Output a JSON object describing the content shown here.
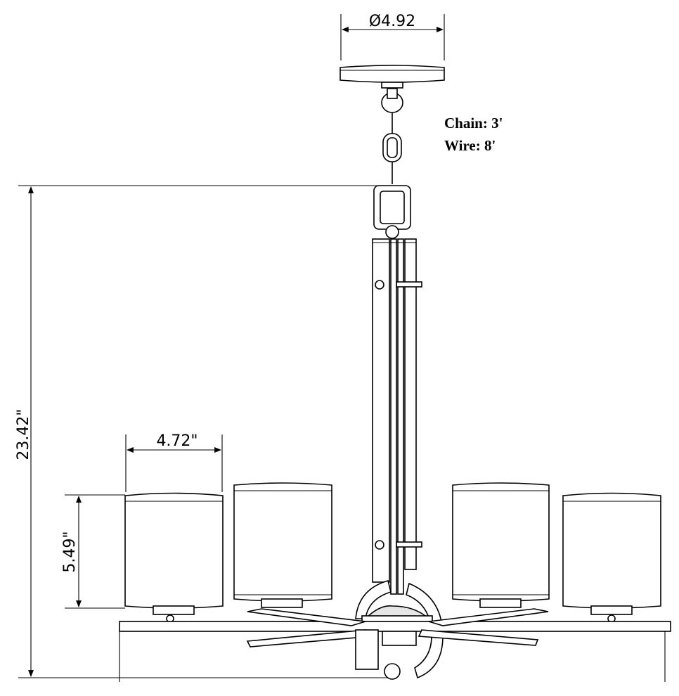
{
  "dimensions": {
    "canopy_diameter": "Ø4.92",
    "overall_height": "23.42\"",
    "shade_width": "4.72\"",
    "shade_height": "5.49\""
  },
  "notes": {
    "chain": "Chain: 3'",
    "wire": "Wire: 8'"
  }
}
